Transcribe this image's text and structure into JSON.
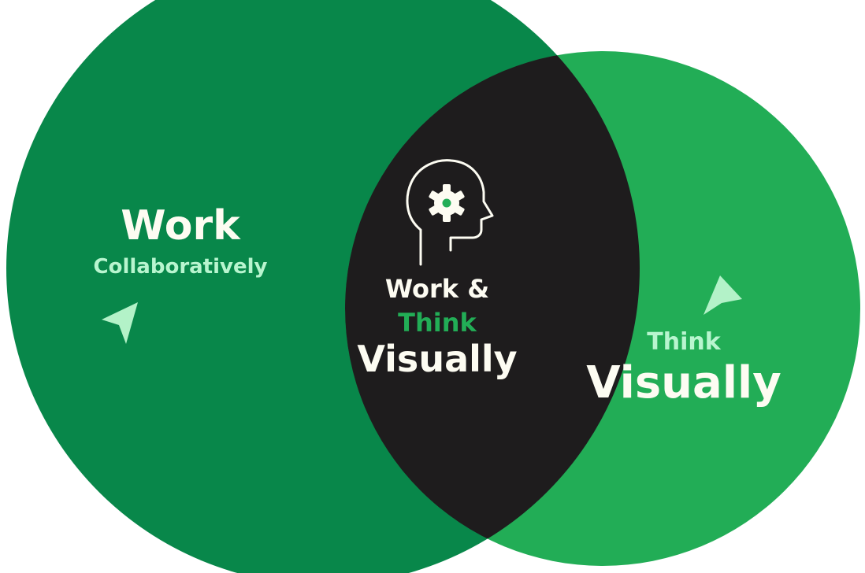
{
  "colors": {
    "left_circle": "#08874a",
    "right_circle": "#22ad56",
    "intersection": "#1e1c1d",
    "light_text": "#fdfcf2",
    "mint_text": "#b8f5cf",
    "mint_cursor": "#b3f2c8",
    "accent_green": "#22ad56"
  },
  "left": {
    "title": "Work",
    "subtitle": "Collaboratively",
    "icon": "cursor-arrow-icon"
  },
  "right": {
    "subtitle": "Think",
    "title": "Visually",
    "icon": "cursor-arrow-icon"
  },
  "center": {
    "line1": "Work &",
    "line2": "Think",
    "line3": "Visually",
    "icon": "head-gear-icon"
  }
}
